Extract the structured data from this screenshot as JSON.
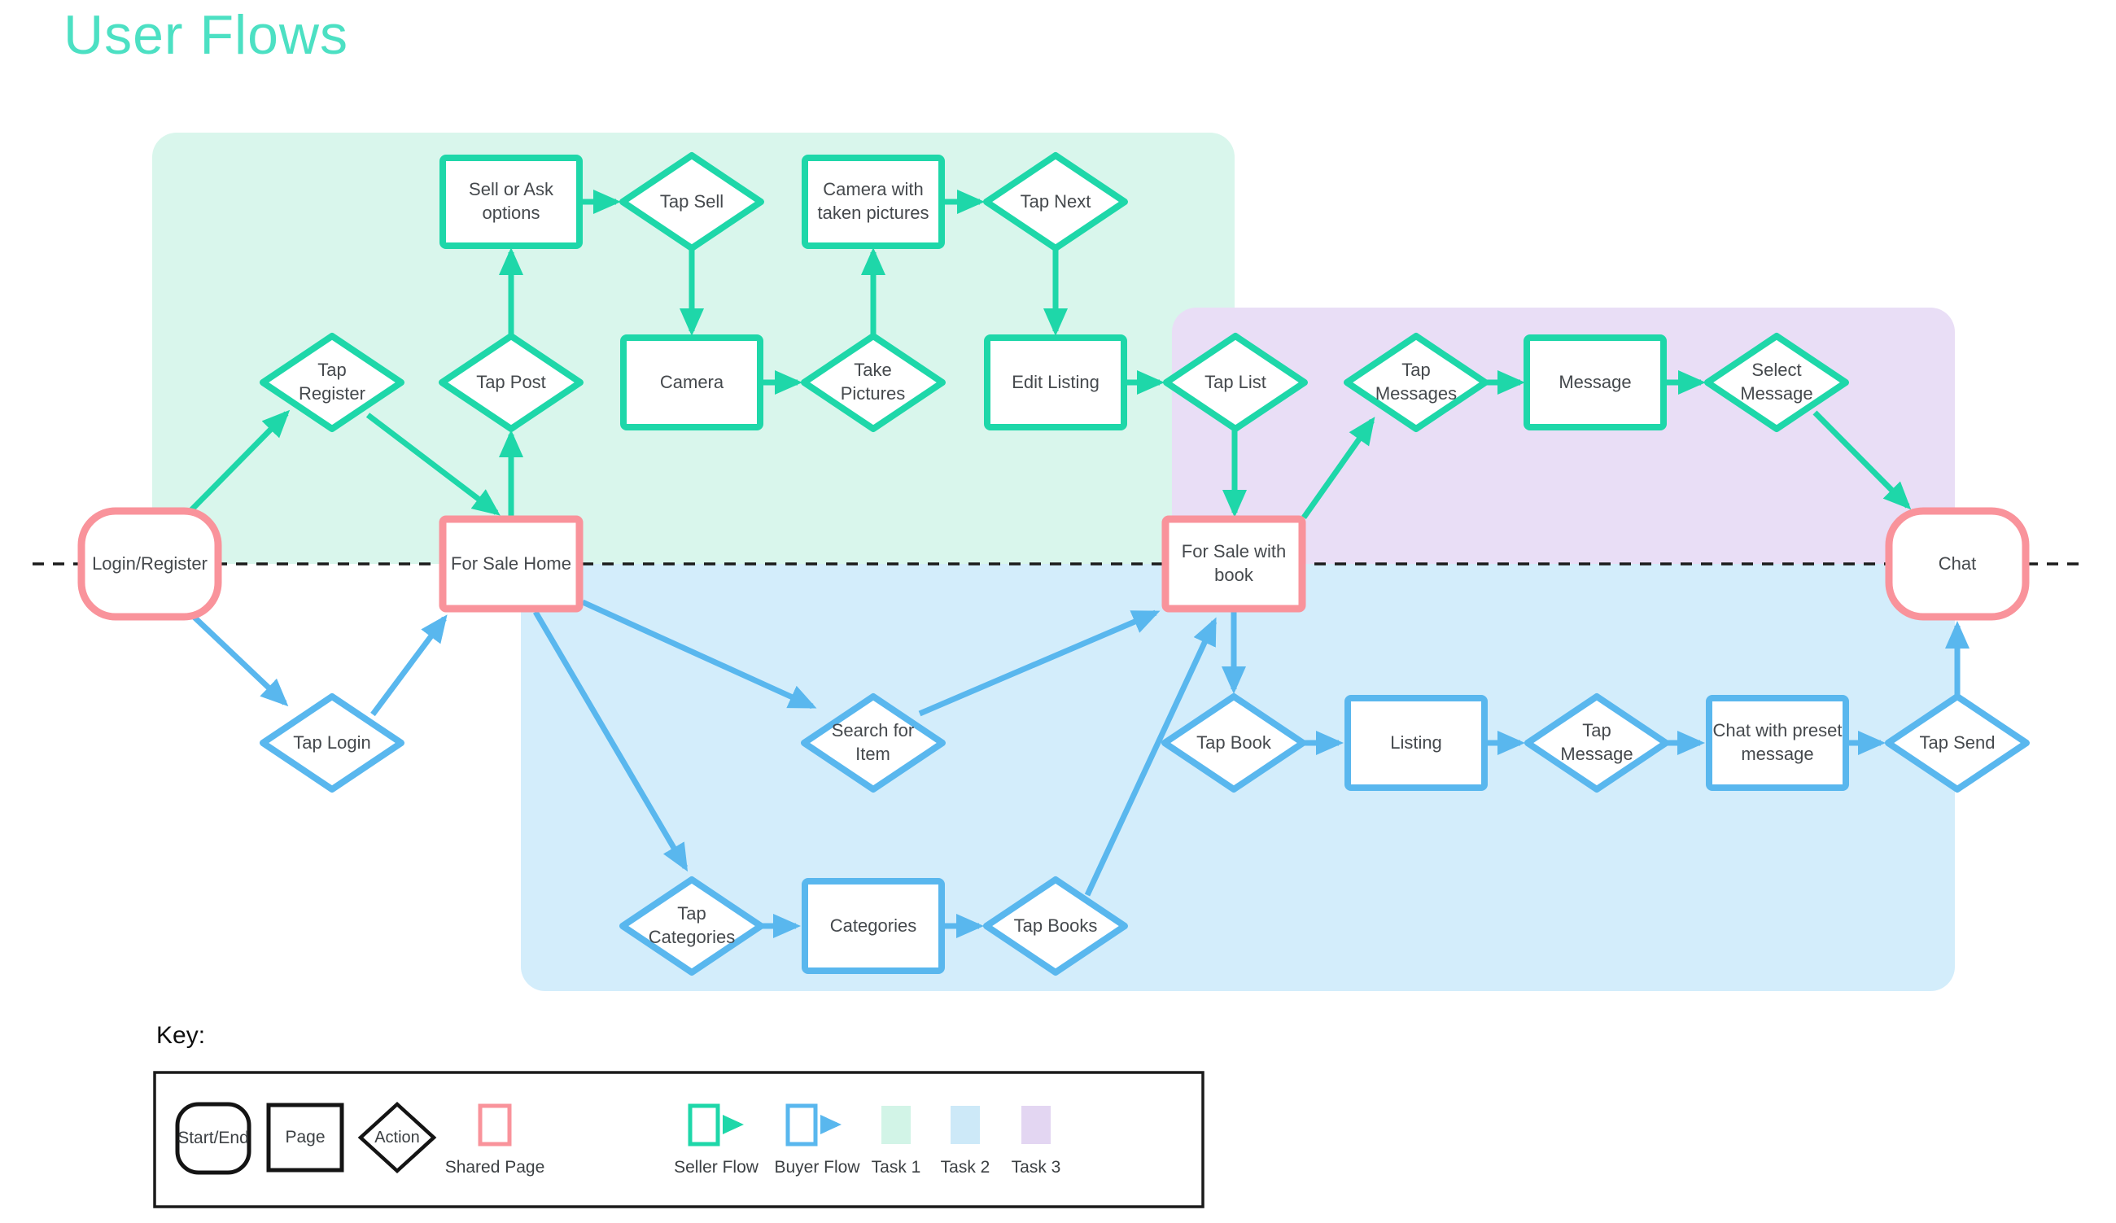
{
  "title": "User Flows",
  "colors": {
    "title": "#4ce0c3",
    "seller_flow": "#1ed7a9",
    "buyer_flow": "#59b7ee",
    "shared_page": "#f9939b",
    "task1_bg": "#d9f6ec",
    "task2_bg": "#d3edfb",
    "task3_bg": "#e9def6",
    "node_text": "#45494d"
  },
  "nodes": [
    {
      "id": "login-register",
      "label": "Login/Register",
      "shape": "start-end",
      "flow": "shared"
    },
    {
      "id": "tap-register",
      "label": "Tap Register",
      "shape": "action",
      "flow": "seller"
    },
    {
      "id": "for-sale-home",
      "label": "For Sale Home",
      "shape": "page",
      "flow": "shared"
    },
    {
      "id": "tap-login",
      "label": "Tap Login",
      "shape": "action",
      "flow": "buyer"
    },
    {
      "id": "tap-post",
      "label": "Tap Post",
      "shape": "action",
      "flow": "seller"
    },
    {
      "id": "sell-or-ask",
      "label": "Sell or Ask options",
      "shape": "page",
      "flow": "seller"
    },
    {
      "id": "tap-sell",
      "label": "Tap Sell",
      "shape": "action",
      "flow": "seller"
    },
    {
      "id": "camera",
      "label": "Camera",
      "shape": "page",
      "flow": "seller"
    },
    {
      "id": "take-pictures",
      "label": "Take Pictures",
      "shape": "action",
      "flow": "seller"
    },
    {
      "id": "camera-taken",
      "label": "Camera with taken pictures",
      "shape": "page",
      "flow": "seller"
    },
    {
      "id": "tap-next",
      "label": "Tap Next",
      "shape": "action",
      "flow": "seller"
    },
    {
      "id": "edit-listing",
      "label": "Edit Listing",
      "shape": "page",
      "flow": "seller"
    },
    {
      "id": "tap-list",
      "label": "Tap List",
      "shape": "action",
      "flow": "seller"
    },
    {
      "id": "for-sale-book",
      "label": "For Sale with book",
      "shape": "page",
      "flow": "shared"
    },
    {
      "id": "tap-messages",
      "label": "Tap Messages",
      "shape": "action",
      "flow": "seller"
    },
    {
      "id": "message",
      "label": "Message",
      "shape": "page",
      "flow": "seller"
    },
    {
      "id": "select-message",
      "label": "Select Message",
      "shape": "action",
      "flow": "seller"
    },
    {
      "id": "chat",
      "label": "Chat",
      "shape": "start-end",
      "flow": "shared"
    },
    {
      "id": "search-item",
      "label": "Search for Item",
      "shape": "action",
      "flow": "buyer"
    },
    {
      "id": "tap-book",
      "label": "Tap Book",
      "shape": "action",
      "flow": "buyer"
    },
    {
      "id": "listing",
      "label": "Listing",
      "shape": "page",
      "flow": "buyer"
    },
    {
      "id": "tap-message",
      "label": "Tap Message",
      "shape": "action",
      "flow": "buyer"
    },
    {
      "id": "chat-preset",
      "label": "Chat with preset message",
      "shape": "page",
      "flow": "buyer"
    },
    {
      "id": "tap-send",
      "label": "Tap Send",
      "shape": "action",
      "flow": "buyer"
    },
    {
      "id": "tap-categories",
      "label": "Tap Categories",
      "shape": "action",
      "flow": "buyer"
    },
    {
      "id": "categories",
      "label": "Categories",
      "shape": "page",
      "flow": "buyer"
    },
    {
      "id": "tap-books",
      "label": "Tap Books",
      "shape": "action",
      "flow": "buyer"
    }
  ],
  "key": {
    "heading": "Key:",
    "shapes": [
      {
        "label": "Start/End"
      },
      {
        "label": "Page"
      },
      {
        "label": "Action"
      }
    ],
    "legend": [
      {
        "label": "Shared Page"
      },
      {
        "label": "Seller Flow"
      },
      {
        "label": "Buyer Flow"
      },
      {
        "label": "Task 1"
      },
      {
        "label": "Task 2"
      },
      {
        "label": "Task 3"
      }
    ]
  }
}
